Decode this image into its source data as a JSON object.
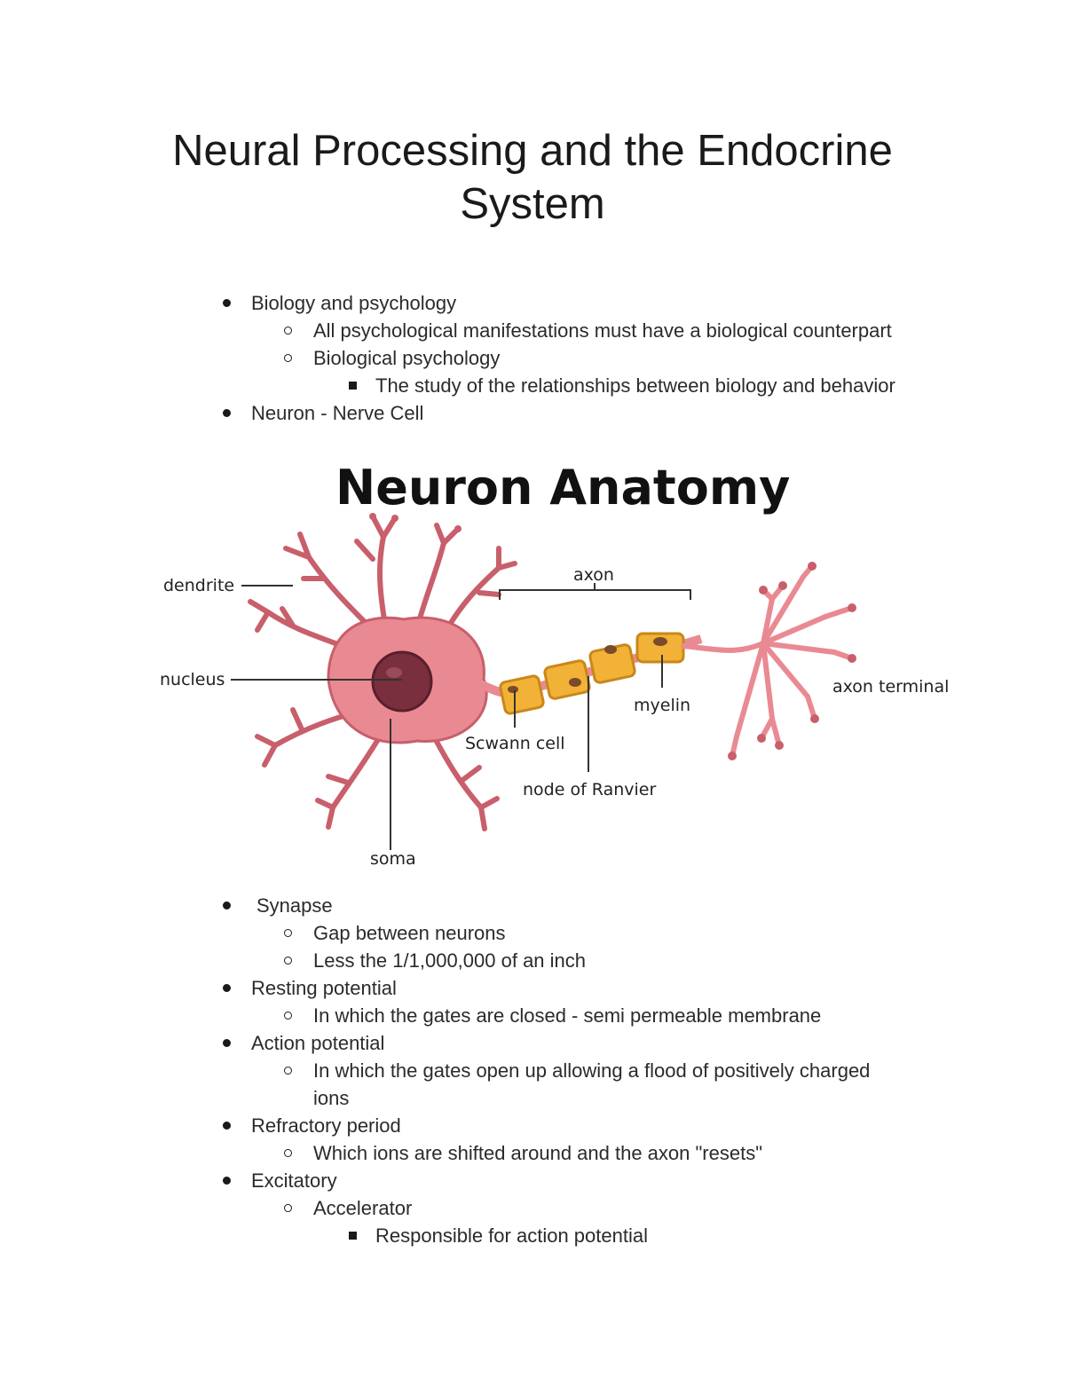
{
  "title": {
    "line1": "Neural Processing and the Endocrine",
    "line2": "System"
  },
  "notes_top": {
    "b1": "Biology and psychology",
    "b1_s1": "All psychological manifestations must have a biological counterpart",
    "b1_s2": "Biological psychology",
    "b1_s2_s1": "The study of the relationships between biology and behavior",
    "b2": "Neuron - Nerve Cell"
  },
  "figure": {
    "heading": "Neuron Anatomy",
    "labels": {
      "dendrite": "dendrite",
      "nucleus": "nucleus",
      "soma": "soma",
      "axon": "axon",
      "myelin": "myelin",
      "schwann": "Scwann cell",
      "node": "node of Ranvier",
      "terminal": "axon terminal"
    },
    "colors": {
      "cell_body": "#e98a92",
      "cell_outline": "#c85f6b",
      "nucleus": "#7a2f3e",
      "myelin": "#f2b137",
      "myelin_outline": "#c9871a"
    }
  },
  "notes_bottom": {
    "synapse": "Synapse",
    "synapse_s1": "Gap between neurons",
    "synapse_s2": "Less the 1/1,000,000 of an inch",
    "resting": "Resting potential",
    "resting_s1": "In which the gates are closed - semi permeable membrane",
    "action": "Action potential",
    "action_s1_l1": "In which the gates open up allowing a flood of positively charged",
    "action_s1_l2": "ions",
    "refractory": "Refractory period",
    "refractory_s1": "Which ions are shifted around and the axon \"resets\"",
    "excitatory": "Excitatory",
    "excitatory_s1": "Accelerator",
    "excitatory_s1_s1": "Responsible for action potential"
  }
}
